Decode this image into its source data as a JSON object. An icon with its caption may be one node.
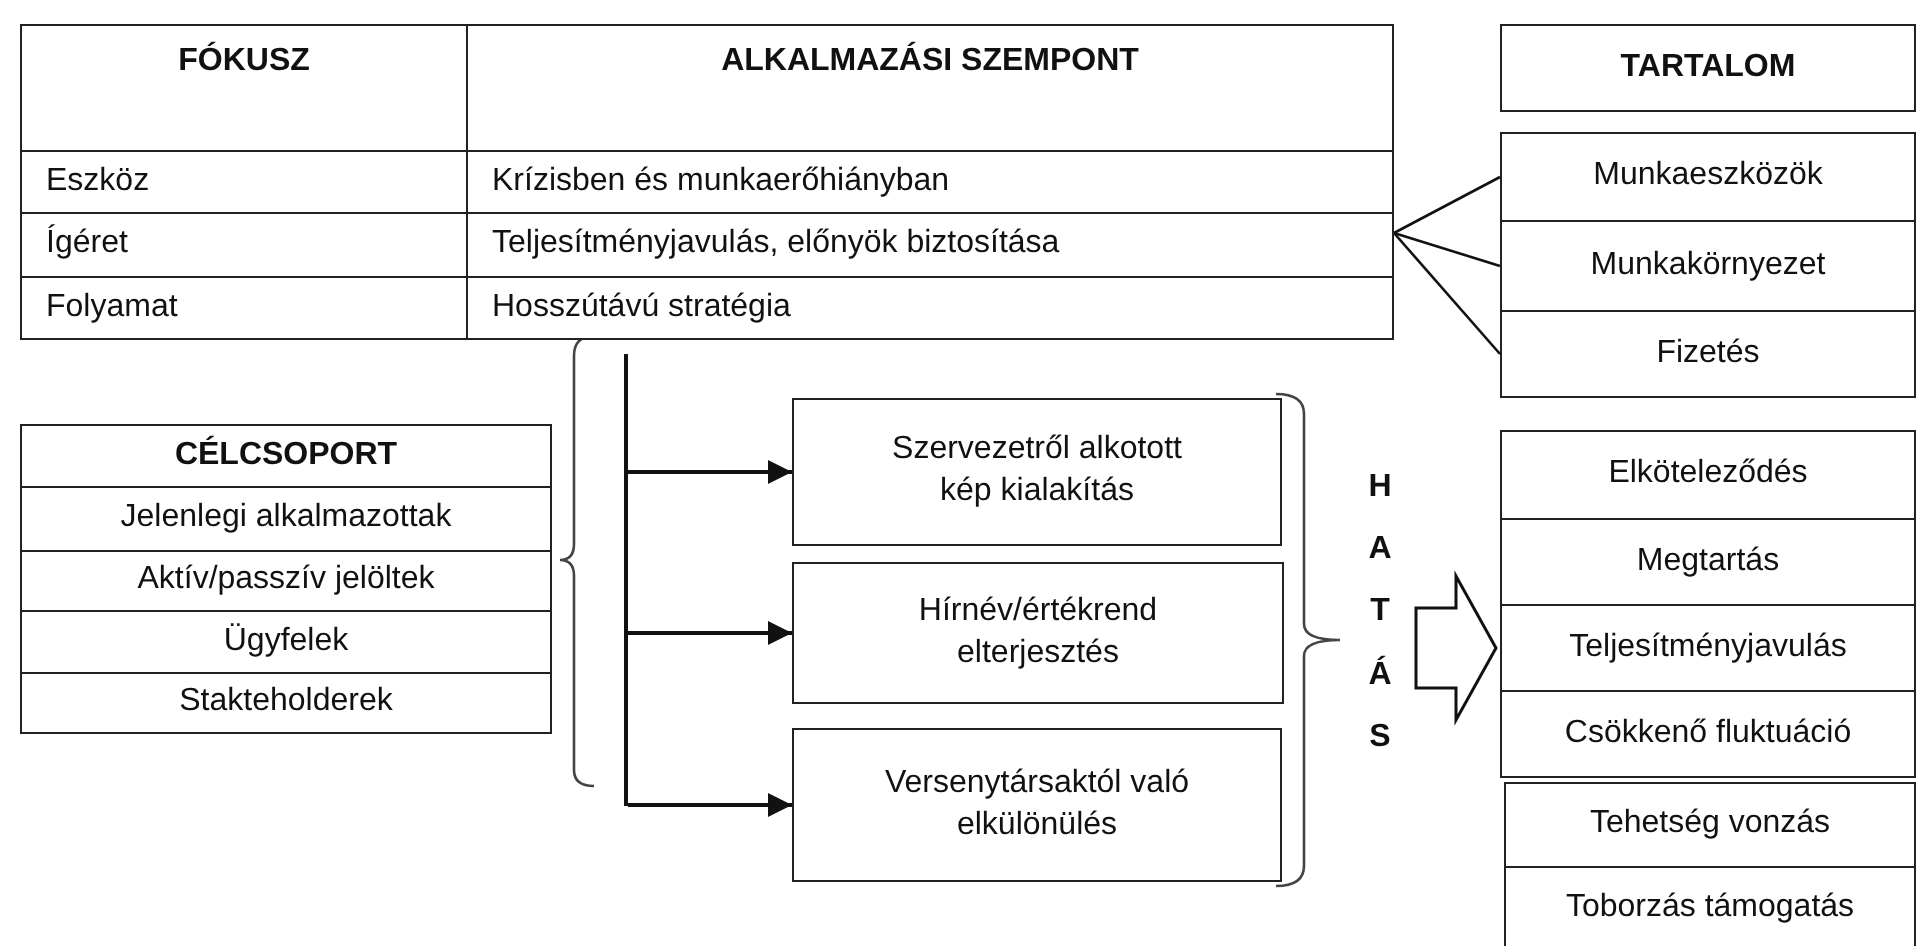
{
  "diagram": {
    "nodes": [
      {
        "text": [
          "FÓKUSZ"
        ]
      },
      {
        "text": [
          "ALKALMAZÁSI SZEMPONT"
        ]
      },
      {
        "text": [
          "Eszköz"
        ]
      },
      {
        "text": [
          "Krízisben és munkaerőhiányban"
        ]
      },
      {
        "text": [
          "Ígéret"
        ]
      },
      {
        "text": [
          "Teljesítményjavulás, előnyök biztosítása"
        ]
      },
      {
        "text": [
          "Folyamat"
        ]
      },
      {
        "text": [
          "Hosszútávú stratégia"
        ]
      },
      {
        "text": [
          "TARTALOM"
        ]
      },
      {
        "text": [
          "Munkaeszközök"
        ]
      },
      {
        "text": [
          "Munkakörnyezet"
        ]
      },
      {
        "text": [
          "Fizetés"
        ]
      },
      {
        "text": [
          "CÉLCSOPORT"
        ]
      },
      {
        "text": [
          "Jelenlegi alkalmazottak"
        ]
      },
      {
        "text": [
          "Aktív/passzív jelöltek"
        ]
      },
      {
        "text": [
          "Ügyfelek"
        ]
      },
      {
        "text": [
          "Stakteholderek"
        ]
      },
      {
        "text": [],
        "shape": "bar"
      },
      {
        "text": [
          "Szervezetről alkotott kép kialakítás"
        ]
      },
      {
        "text": [
          "Hírnév/értékrend elterjesztés"
        ]
      },
      {
        "text": [
          "Versenytársaktól való elkülönülés"
        ]
      },
      {
        "text": [
          "Elköteleződés"
        ]
      },
      {
        "text": [
          "Megtartás"
        ]
      },
      {
        "text": [
          "Teljesítményjavulás"
        ]
      },
      {
        "text": [
          "Csökkenő fluktuáció"
        ]
      },
      {
        "text": [
          "Tehetség vonzás"
        ]
      },
      {
        "text": [
          "Toborzás támogatás"
        ]
      }
    ],
    "edges": [
      {
        "from": 5,
        "to": 9,
        "arrow": "none"
      },
      {
        "from": 5,
        "to": 10,
        "arrow": "none"
      },
      {
        "from": 5,
        "to": 11,
        "arrow": "none"
      },
      {
        "from": 17,
        "to": 18,
        "arrow": "to"
      },
      {
        "from": 17,
        "to": 19,
        "arrow": "to"
      },
      {
        "from": 17,
        "to": 20,
        "arrow": "to"
      },
      {
        "from": null,
        "to": 23,
        "arrow": "to",
        "style": "thick"
      }
    ],
    "labels": [
      "HATÁS"
    ]
  }
}
